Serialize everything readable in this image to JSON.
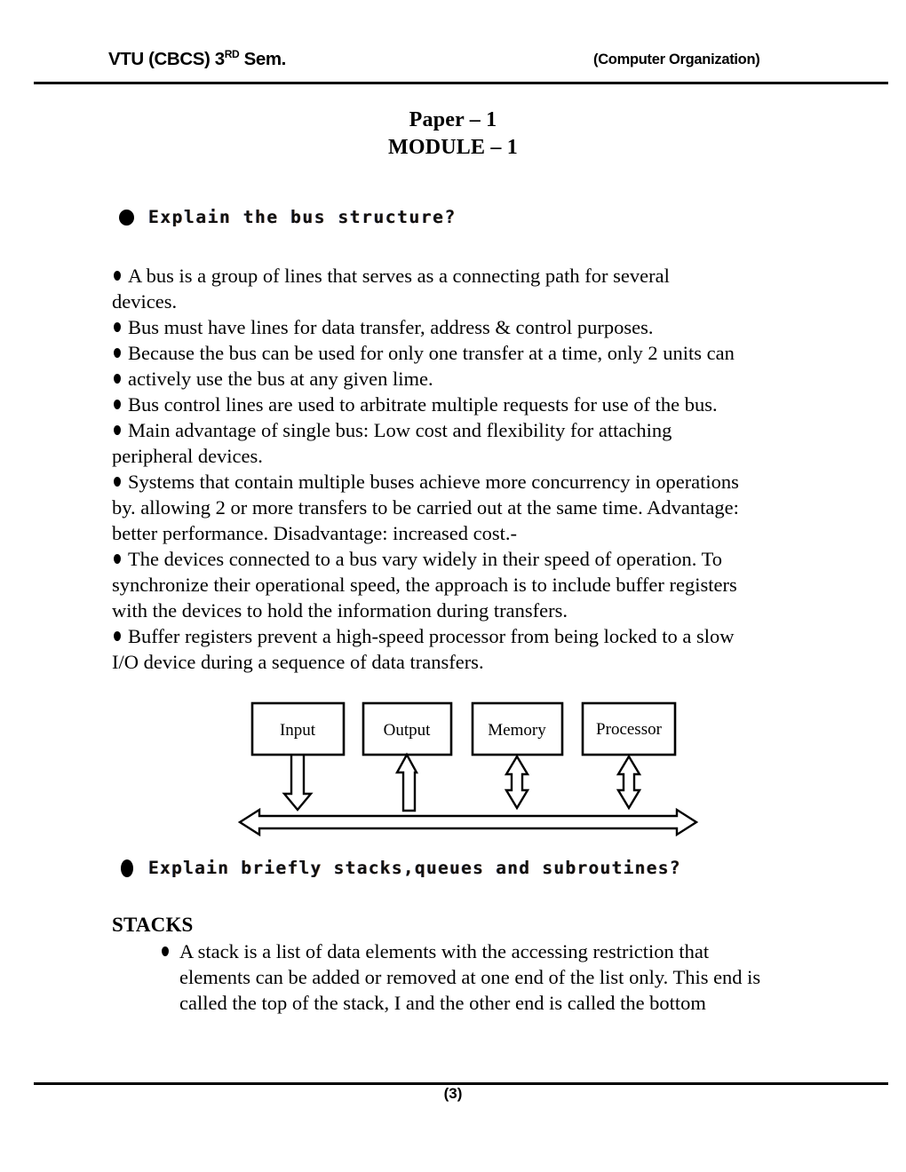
{
  "header": {
    "left_text": "VTU (CBCS) 3",
    "left_sup": "RD",
    "left_text_tail": " Sem.",
    "right_text": "(Computer Organization)"
  },
  "title": {
    "line1": "Paper – 1",
    "line2": "MODULE – 1"
  },
  "questions": {
    "q1": "Explain the bus structure?",
    "q2": "Explain briefly stacks,queues and subroutines?"
  },
  "bus_section": {
    "paragraphs": [
      "A bus is a group of lines that serves as a connecting path for several",
      "devices.",
      "Bus must have lines for data transfer, address & control purposes.",
      "Because the bus can be used for only one transfer at a time, only 2 units can",
      "actively use the bus at any given lime.",
      "Bus control lines are used to arbitrate multiple requests for use of the bus.",
      "Main advantage of single bus: Low cost and flexibility for attaching",
      "peripheral devices.",
      "Systems that contain multiple buses achieve more concurrency in operations",
      "by. allowing 2 or more transfers to be carried out at the same time. Advantage:",
      "better performance. Disadvantage: increased cost.-",
      "The devices connected to a bus vary widely in their speed of operation. To",
      "synchronize their operational speed, the approach is to include buffer registers",
      "with the devices to hold the information during transfers.",
      "Buffer registers prevent a high-speed processor from being locked to a slow",
      "I/O device during a sequence of data transfers."
    ]
  },
  "diagram": {
    "boxes": [
      {
        "label": "Input",
        "arrow": "down"
      },
      {
        "label": "Output",
        "arrow": "up"
      },
      {
        "label": "Memory",
        "arrow": "both"
      },
      {
        "label": "Processor",
        "arrow": "both"
      }
    ],
    "bus_label": "system-bus-double-arrow"
  },
  "stacks_section": {
    "heading": "STACKS",
    "paragraphs": [
      "A stack is a list of data elements with the accessing restriction that",
      "elements can be added or removed at one end of the list only. This end is",
      "called the top of the stack, I and the other end is called the bottom"
    ]
  },
  "footer": {
    "page_number": "(3)"
  },
  "colors": {
    "ink": "#000000",
    "paper": "#ffffff"
  }
}
